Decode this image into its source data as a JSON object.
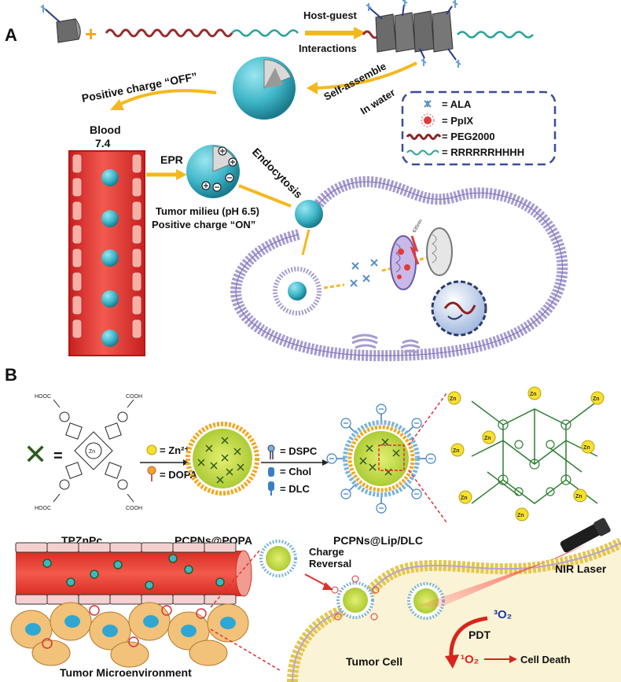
{
  "panel_a": {
    "letter": "A",
    "host_guest_top": "Host-guest",
    "host_guest_bottom": "Interactions",
    "self_assemble": "Self-assemble",
    "in_water": "In water",
    "positive_off": "Positive charge “OFF”",
    "blood": "Blood",
    "blood_ph": "7.4",
    "epr": "EPR",
    "endocytosis": "Endocytosis",
    "tumor_milieu": "Tumor milieu (pH 6.5)",
    "positive_on": "Positive charge “ON”",
    "laser_wavelength": "635nm",
    "legend": [
      {
        "symbol": "ala-icon",
        "label": "= ALA",
        "color": "#5a8fc8"
      },
      {
        "symbol": "ppix-icon",
        "label": "= PpIX",
        "color": "#e23a3a"
      },
      {
        "symbol": "peg-icon",
        "label": "= PEG2000",
        "color": "#8b2323"
      },
      {
        "symbol": "peptide-icon",
        "label": "= RRRRRRHHHH",
        "color": "#2aa39a"
      }
    ]
  },
  "panel_b": {
    "letter": "B",
    "x_symbol": "✕",
    "equals": "=",
    "tpznpc": "TPZnPc",
    "cooh": "COOH",
    "hooc": "HOOC",
    "zn": "Zn",
    "zn2_legend": "= Zn²⁺",
    "dopa_legend": "= DOPA",
    "dspc_legend": "= DSPC",
    "chol_legend": "= Chol",
    "dlc_legend": "= DLC",
    "pcpns_popa": "PCPNs@POPA",
    "pcpns_lip": "PCPNs@Lip/DLC",
    "charge_reversal_1": "Charge",
    "charge_reversal_2": "Reversal",
    "nir_laser": "NIR Laser",
    "o2_triplet": "³O₂",
    "pdt": "PDT",
    "o2_singlet": "¹O₂",
    "cell_death": "Cell Death",
    "tumor_cell": "Tumor Cell",
    "tumor_micro": "Tumor Microenvironment"
  },
  "colors": {
    "arrow": "#f5b81c",
    "nanoparticle": "#3fb6c8",
    "vessel": "#e8403a",
    "legend_border": "#3b4a9a",
    "zn": "#f7e12e",
    "mof": "#2e7d32",
    "core": "#c8dc3c",
    "membrane": "#a79bd0",
    "cell": "#fbf3d5"
  }
}
